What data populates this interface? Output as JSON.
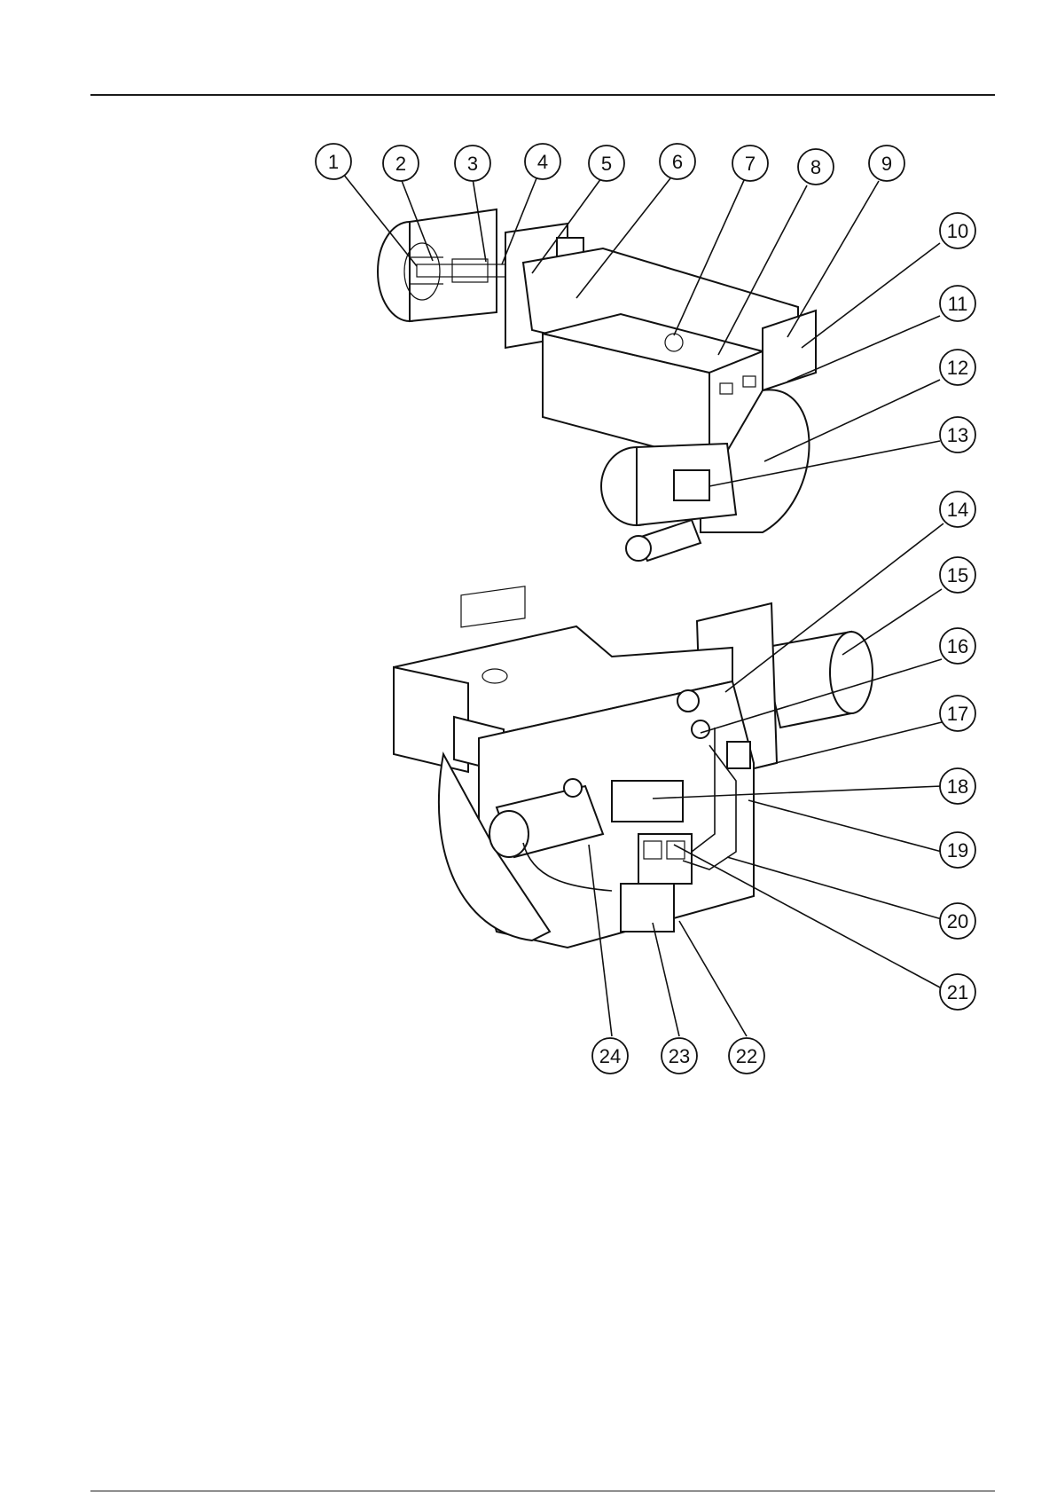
{
  "callouts": [
    {
      "id": 1,
      "label": "1"
    },
    {
      "id": 2,
      "label": "2"
    },
    {
      "id": 3,
      "label": "3"
    },
    {
      "id": 4,
      "label": "4"
    },
    {
      "id": 5,
      "label": "5"
    },
    {
      "id": 6,
      "label": "6"
    },
    {
      "id": 7,
      "label": "7"
    },
    {
      "id": 8,
      "label": "8"
    },
    {
      "id": 9,
      "label": "9"
    },
    {
      "id": 10,
      "label": "10"
    },
    {
      "id": 11,
      "label": "11"
    },
    {
      "id": 12,
      "label": "12"
    },
    {
      "id": 13,
      "label": "13"
    },
    {
      "id": 14,
      "label": "14"
    },
    {
      "id": 15,
      "label": "15"
    },
    {
      "id": 16,
      "label": "16"
    },
    {
      "id": 17,
      "label": "17"
    },
    {
      "id": 18,
      "label": "18"
    },
    {
      "id": 19,
      "label": "19"
    },
    {
      "id": 20,
      "label": "20"
    },
    {
      "id": 21,
      "label": "21"
    },
    {
      "id": 22,
      "label": "22"
    },
    {
      "id": 23,
      "label": "23"
    },
    {
      "id": 24,
      "label": "24"
    }
  ],
  "line_color": "#111111",
  "background_color": "#ffffff"
}
